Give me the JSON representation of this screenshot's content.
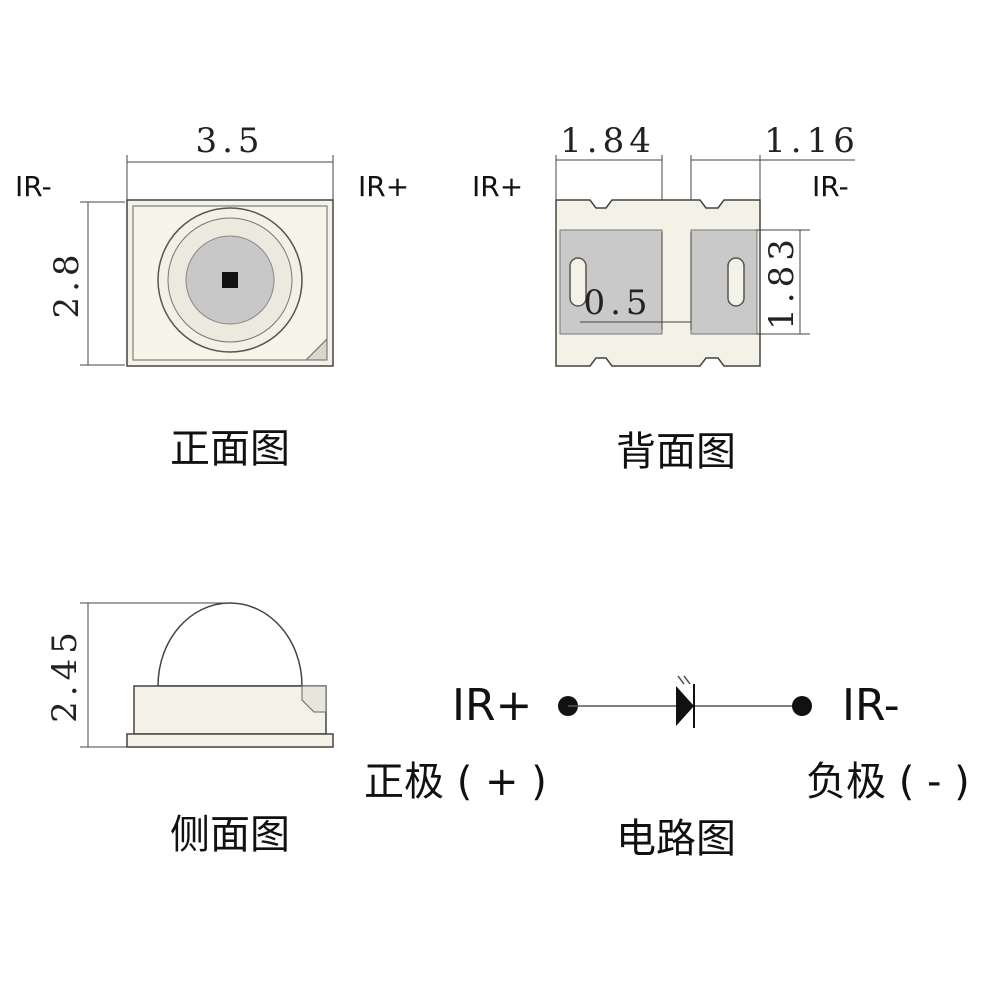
{
  "front_view": {
    "dim_width": "3.5",
    "dim_height": "2.8",
    "label_left": "IR-",
    "label_right": "IR+",
    "caption": "正面图"
  },
  "back_view": {
    "dim_left": "1.84",
    "dim_right": "1.16",
    "dim_gap": "0.5",
    "dim_pad_height": "1.83",
    "label_left": "IR+",
    "label_right": "IR-",
    "caption": "背面图"
  },
  "side_view": {
    "dim_height": "2.45",
    "caption": "侧面图"
  },
  "circuit": {
    "label_anode": "IR+",
    "label_cathode": "IR-",
    "anode_desc": "正极 ( + )",
    "cathode_desc": "负极 ( - )",
    "caption": "电路图"
  },
  "colors": {
    "body_fill": "#f4f1e6",
    "pad_fill": "#c9c9c9",
    "line": "#444444"
  }
}
